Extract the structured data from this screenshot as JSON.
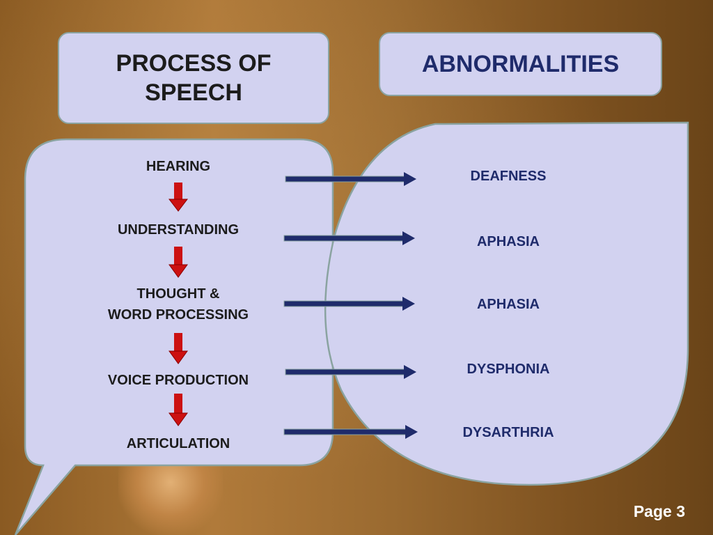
{
  "left_title": "PROCESS OF SPEECH",
  "right_title": "ABNORMALITIES",
  "process_steps": [
    {
      "label": "HEARING"
    },
    {
      "label": "UNDERSTANDING"
    },
    {
      "label": "THOUGHT &"
    },
    {
      "label": "WORD PROCESSING"
    },
    {
      "label": "VOICE PRODUCTION"
    },
    {
      "label": "ARTICULATION"
    }
  ],
  "abnormalities": [
    "DEAFNESS",
    "APHASIA",
    "APHASIA",
    "DYSPHONIA",
    "DYSARTHRIA"
  ],
  "page_label": "Page 3",
  "colors": {
    "box_fill": "#d2d2f0",
    "box_border": "#8aa3a0",
    "down_arrow": "#cc1111",
    "right_arrow": "#1f2b6b",
    "abnormality_text": "#1f2b6b"
  }
}
